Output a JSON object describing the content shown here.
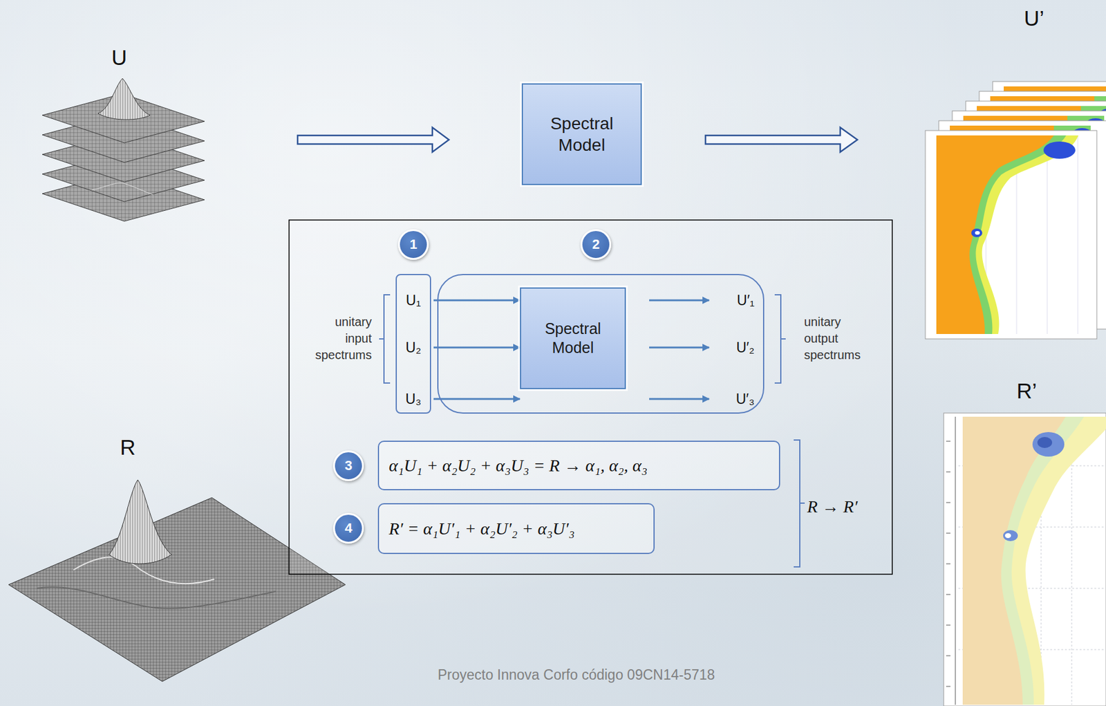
{
  "diagram": {
    "nodes": [
      {
        "text": [
          "Spectral Model"
        ]
      },
      {
        "text": [
          "1"
        ]
      },
      {
        "text": [
          "2"
        ]
      },
      {
        "text": [
          "U₁",
          "U₂",
          "U₃"
        ]
      },
      {
        "text": [
          "U′₁",
          "U′₂",
          "U′₃"
        ]
      },
      {
        "text": [
          "Spectral Model"
        ],
        "in": 4
      },
      {
        "text": [
          "3"
        ]
      },
      {
        "text": [
          "α₁U₁ + α₂U₂ + α₃U₃ = R → α₁, α₂, α₃"
        ]
      },
      {
        "text": [
          "4"
        ]
      },
      {
        "text": [
          "R′ = α₁U′₁ + α₂U′₂ + α₃U′₃"
        ]
      }
    ],
    "edges": [
      {
        "from": 3,
        "to": 5,
        "arrow": "to"
      },
      {
        "from": 3,
        "to": 5,
        "arrow": "to"
      },
      {
        "from": 3,
        "to": 5,
        "arrow": "to"
      }
    ],
    "labels": [
      "U",
      "U’",
      "R",
      "R’",
      "unitary input spectrums",
      "unitary output spectrums",
      "R → R′",
      "Proyecto Innova Corfo código 09CN14-5718"
    ]
  }
}
